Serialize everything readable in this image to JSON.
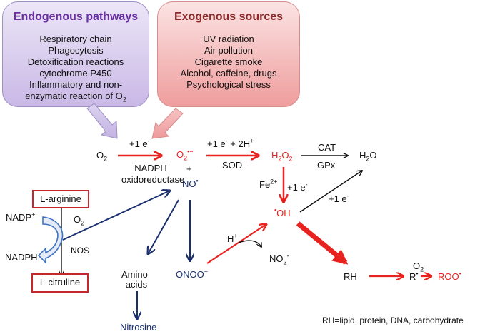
{
  "endogenous": {
    "title": "Endogenous pathways",
    "items": [
      "Respiratory chain",
      "Phagocytosis",
      "Detoxification reactions",
      "cytochrome  P450",
      "Inflammatory  and non-",
      "enzymatic reaction of O"
    ],
    "last_sub": "2"
  },
  "exogenous": {
    "title": "Exogenous sources",
    "items": [
      "UV radiation",
      "Air pollution",
      "Cigarette smoke",
      "Alcohol, caffeine, drugs",
      "Psychological  stress"
    ]
  },
  "species": {
    "o2": {
      "base": "O",
      "sub": "2"
    },
    "superoxide": {
      "base": "O",
      "sub": "2",
      "sup": "•−"
    },
    "plus": "+",
    "no": {
      "base": "NO",
      "sup": "•"
    },
    "h2o2": {
      "a": "H",
      "sub1": "2",
      "b": "O",
      "sub2": "2"
    },
    "h2o": {
      "a": "H",
      "sub": "2",
      "b": "O"
    },
    "oh": {
      "sup": "•",
      "base": "OH"
    },
    "onoo": {
      "base": "ONOO",
      "sup": "−"
    },
    "no2": {
      "base": "NO",
      "sub": "2",
      "sup": "-"
    },
    "rh": "RH",
    "r": {
      "base": "R",
      "sup": "•"
    },
    "roo": {
      "base": "ROO",
      "sup": "•"
    },
    "amino_acids": [
      "Amino",
      "acids"
    ],
    "nitrosine": "Nitrosine",
    "l_arginine": "L-arginine",
    "l_citruline": "L-citruline",
    "nadp_plus": {
      "base": "NADP",
      "sup": "+"
    },
    "nadph": "NADPH"
  },
  "reactions": {
    "step1_top": {
      "base": "+1 e",
      "sup": "-"
    },
    "step1_enzyme": [
      "NADPH",
      "oxidoreductase"
    ],
    "step2_top": {
      "a": "+1 e",
      "sup1": "-",
      "b": " + 2H",
      "sup2": "+"
    },
    "step2_enzyme": "SOD",
    "cat": "CAT",
    "gpx": "GPx",
    "fe": {
      "base": "Fe",
      "sup": "2+"
    },
    "fenton_e": {
      "base": "+1 e",
      "sup": "-"
    },
    "oh_to_h2o_e": {
      "base": "+1 e",
      "sup": "-"
    },
    "h_plus": {
      "base": "H",
      "sup": "+"
    },
    "o2_nos": {
      "base": "O",
      "sub": "2"
    },
    "nos": "NOS",
    "o2_lipid": {
      "base": "O",
      "sub": "2"
    }
  },
  "legend": "RH=lipid, protein, DNA, carbohydrate",
  "colors": {
    "red": "#e8231f",
    "navy": "#1a2f6e",
    "purple_title": "#6a2fa0",
    "maroon_title": "#8b2a2a",
    "box_red": "#c5282c"
  }
}
